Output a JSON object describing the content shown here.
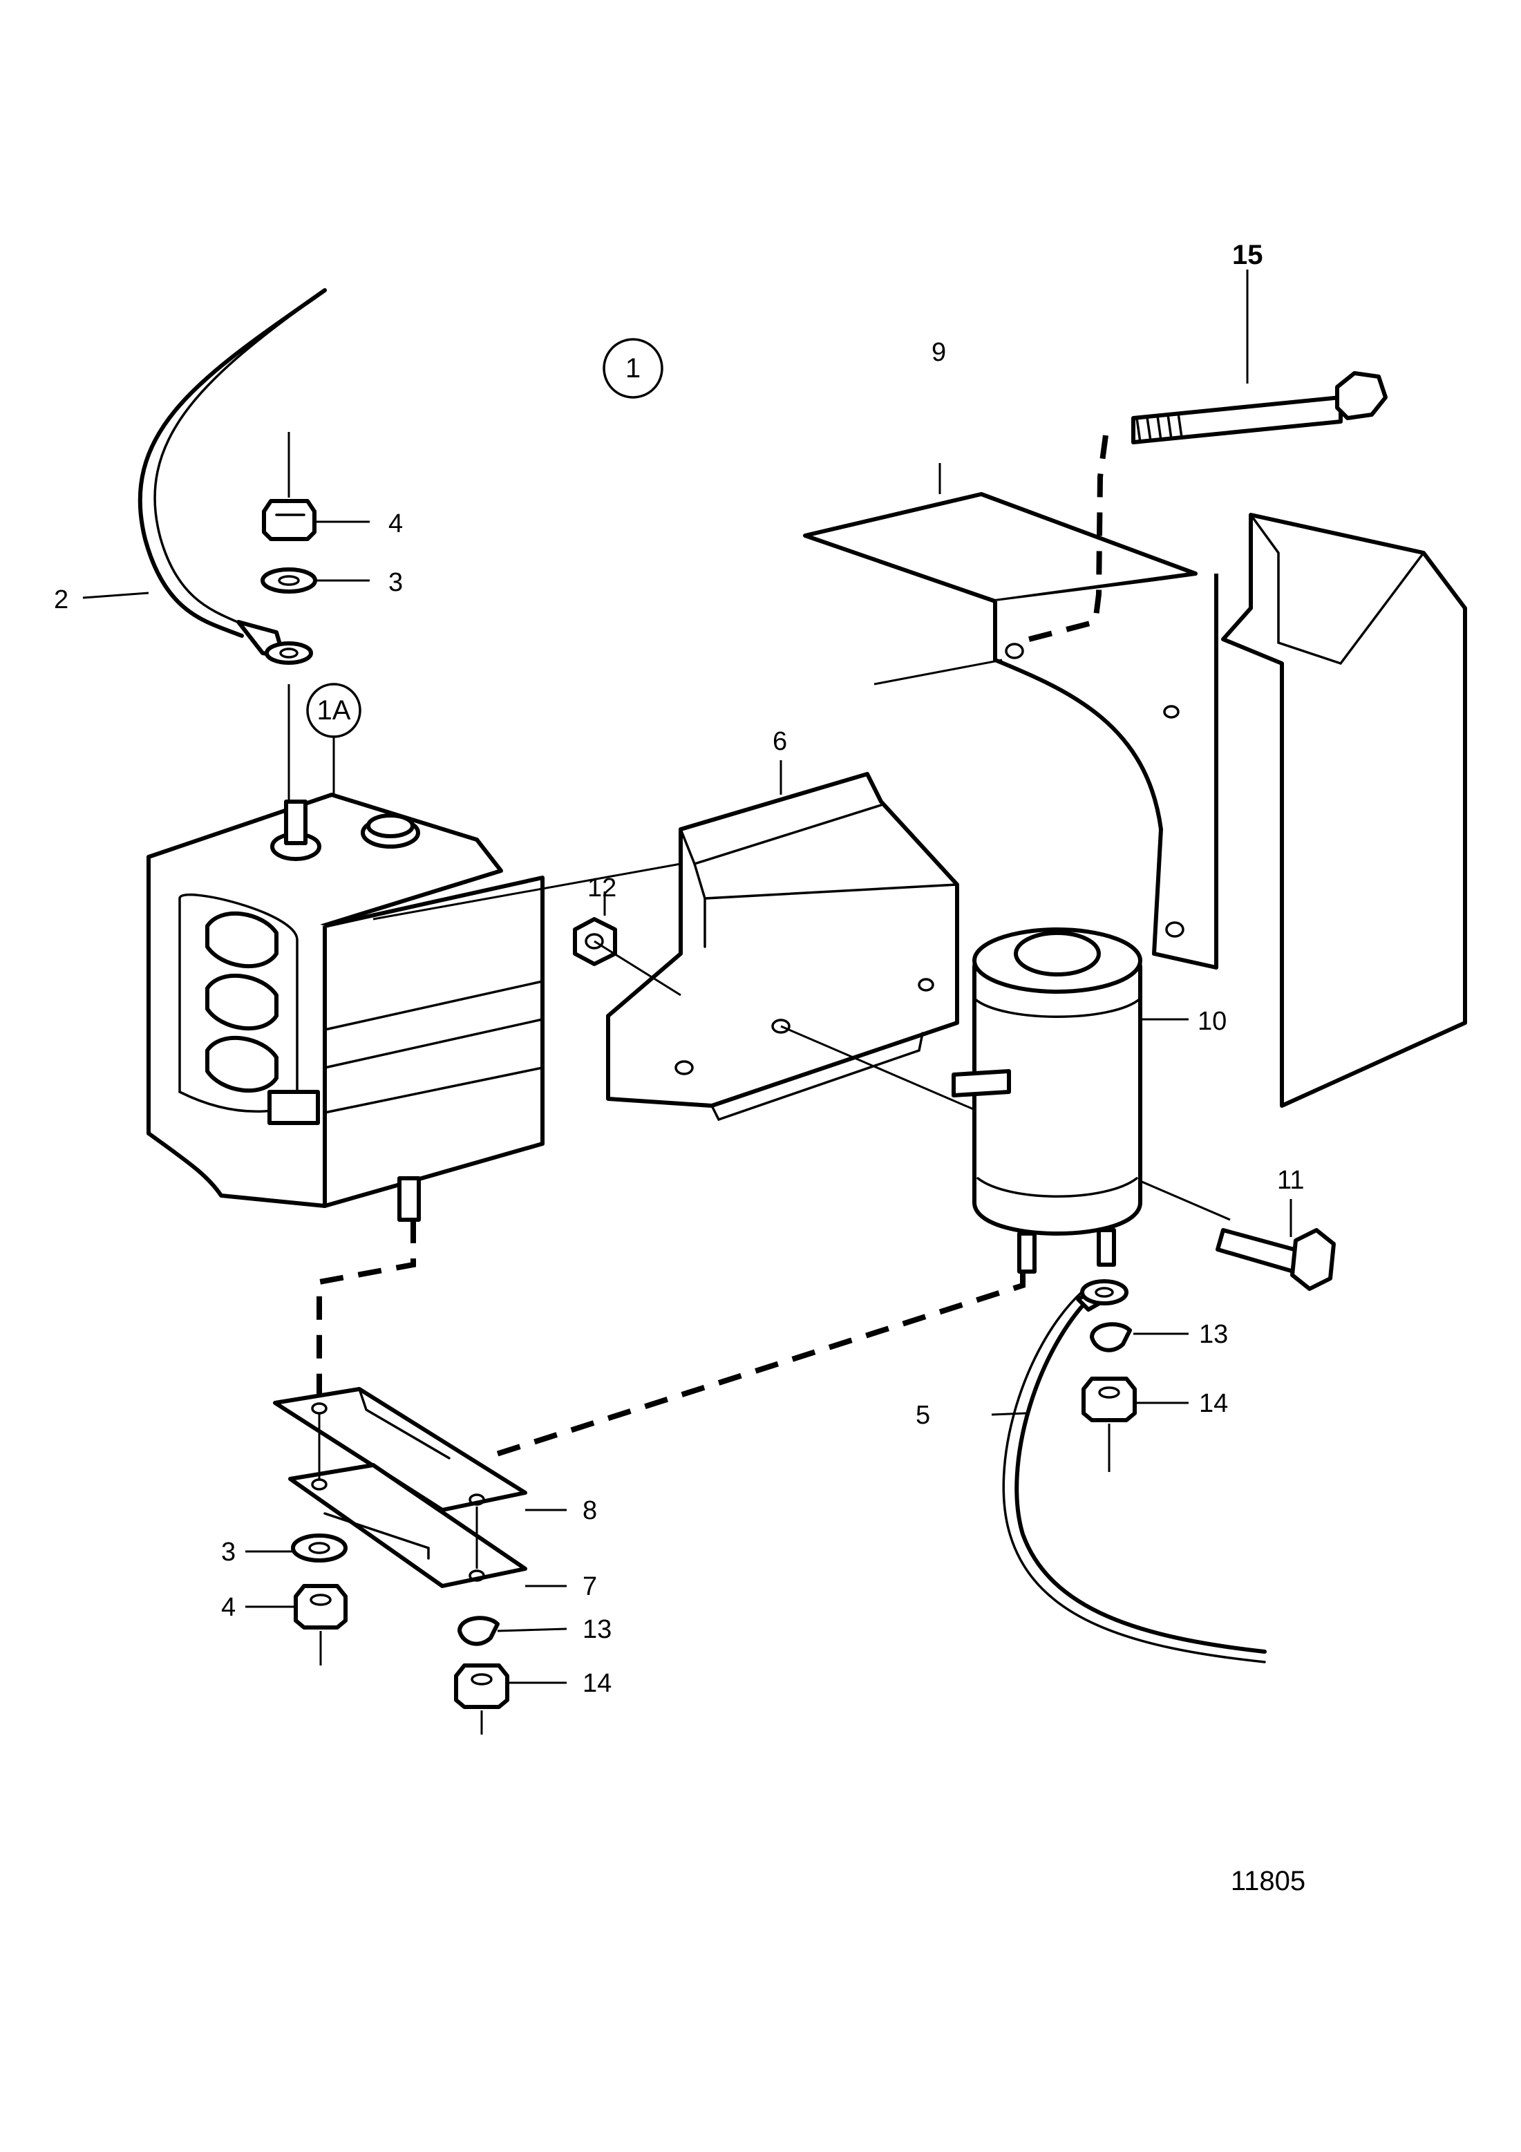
{
  "diagram": {
    "figure_number": "11805",
    "group_marks": [
      {
        "id": "main",
        "label": "1"
      },
      {
        "id": "sub",
        "label": "1A"
      }
    ],
    "callouts": [
      {
        "id": "c2",
        "label": "2"
      },
      {
        "id": "c3-top",
        "label": "3"
      },
      {
        "id": "c4-top",
        "label": "4"
      },
      {
        "id": "c3-bottom",
        "label": "3"
      },
      {
        "id": "c4-bottom",
        "label": "4"
      },
      {
        "id": "c5",
        "label": "5"
      },
      {
        "id": "c6",
        "label": "6"
      },
      {
        "id": "c7",
        "label": "7"
      },
      {
        "id": "c8",
        "label": "8"
      },
      {
        "id": "c9",
        "label": "9"
      },
      {
        "id": "c10",
        "label": "10"
      },
      {
        "id": "c11",
        "label": "11"
      },
      {
        "id": "c12",
        "label": "12"
      },
      {
        "id": "c13-right",
        "label": "13"
      },
      {
        "id": "c14-right",
        "label": "14"
      },
      {
        "id": "c13-bottom",
        "label": "13"
      },
      {
        "id": "c14-bottom",
        "label": "14"
      },
      {
        "id": "c15",
        "label": "15"
      }
    ]
  }
}
